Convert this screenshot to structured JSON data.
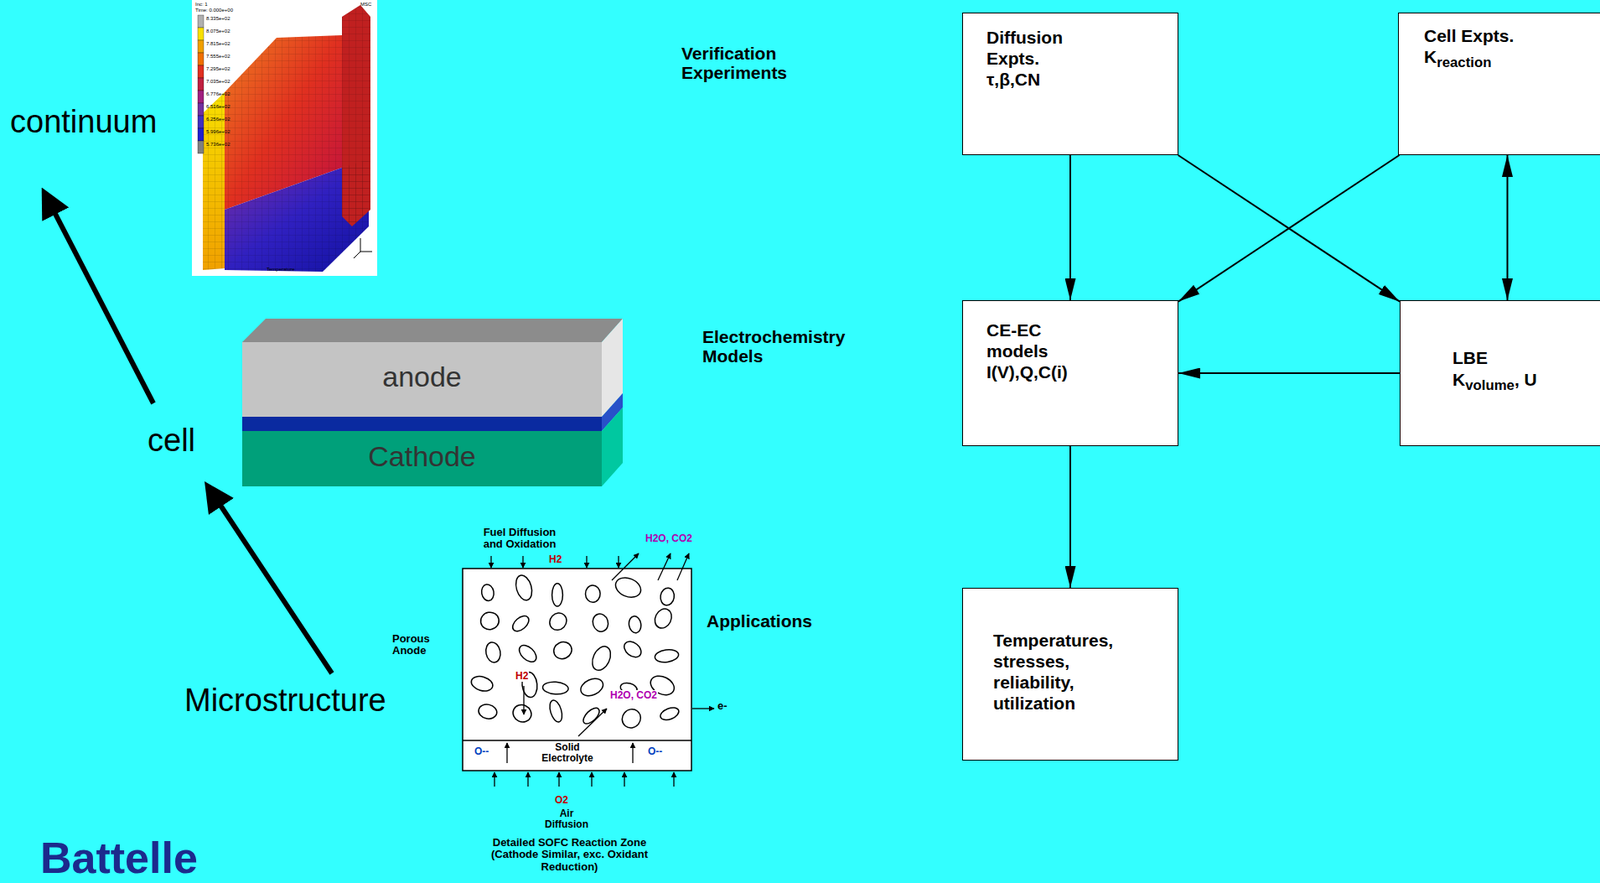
{
  "diagram": {
    "nodes": [
      {
        "text": [
          "Diffusion Expts. τ,β,CN"
        ]
      },
      {
        "text": [
          "Cell Expts.",
          "K",
          "reaction"
        ]
      },
      {
        "text": [
          "CE-EC models I(V),Q,C(i)"
        ]
      },
      {
        "text": [
          "LBE",
          "K",
          "volume",
          ", U"
        ]
      },
      {
        "text": [
          "Temperatures, stresses, reliability, utilization"
        ]
      },
      {
        "text": [
          "anode"
        ]
      },
      {
        "text": [
          "Cathode"
        ]
      }
    ],
    "edges": [
      {
        "from": 0,
        "to": 2,
        "arrow": "to"
      },
      {
        "from": 0,
        "to": 3,
        "arrow": "to"
      },
      {
        "from": 1,
        "to": 2,
        "arrow": "to"
      },
      {
        "from": 1,
        "to": 3,
        "arrow": "both"
      },
      {
        "from": 3,
        "to": 2,
        "arrow": "to"
      },
      {
        "from": 2,
        "to": 4,
        "arrow": "to"
      }
    ],
    "labels": [
      "continuum",
      "cell",
      "Microstructure",
      "Verification Experiments",
      "Electrochemistry Models",
      "Applications",
      "Fuel Diffusion and Oxidation",
      "H2",
      "H2O, CO2",
      "Porous Anode",
      "H2",
      "H2O, CO2",
      "e-",
      "O--",
      "Solid Electrolyte",
      "O--",
      "O2",
      "Air Diffusion",
      "Detailed SOFC Reaction Zone (Cathode Similar, exc. Oxidant Reduction)",
      "Battelle",
      "Inc: 1",
      "Time: 0.000e+00",
      "MSC",
      "8.335e+02",
      "8.075e+02",
      "7.815e+02",
      "7.555e+02",
      "7.295e+02",
      "7.035e+02",
      "6.776e+02",
      "6.516e+02",
      "6.256e+02",
      "5.996e+02",
      "5.736e+02",
      "Temperature"
    ]
  }
}
